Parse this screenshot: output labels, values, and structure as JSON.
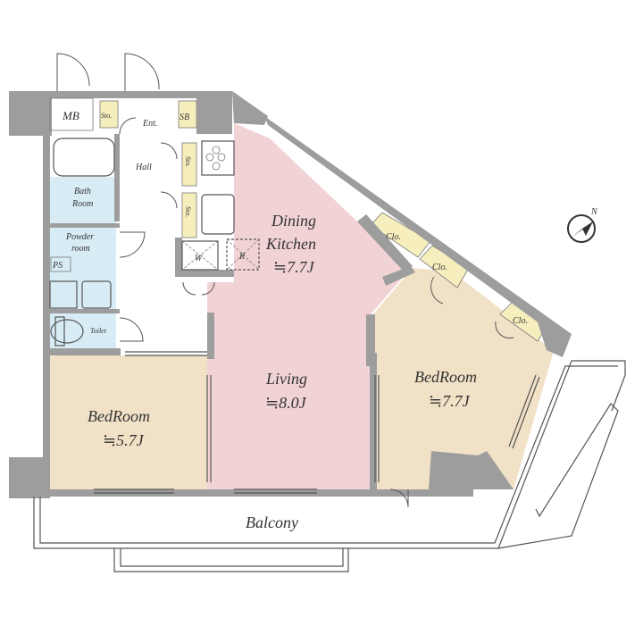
{
  "rooms": {
    "mb": "MB",
    "sto_ent": "Sto.",
    "ent": "Ent.",
    "sb": "SB",
    "hall": "Hall",
    "sto_hall1": "Sto.",
    "sto_hall2": "Sto.",
    "bath_line1": "Bath",
    "bath_line2": "Room",
    "powder_line1": "Powder",
    "powder_line2": "room",
    "ps": "PS",
    "toilet": "Toilet",
    "washer": "W",
    "fridge": "R",
    "dining_line1": "Dining",
    "dining_line2": "Kitchen",
    "dining_size": "≒7.7J",
    "living": "Living",
    "living_size": "≒8.0J",
    "bedroom_left": "BedRoom",
    "bedroom_left_size": "≒5.7J",
    "bedroom_right": "BedRoom",
    "bedroom_right_size": "≒7.7J",
    "clo1": "Clo.",
    "clo2": "Clo.",
    "clo3": "Clo.",
    "balcony": "Balcony",
    "north": "N"
  },
  "colors": {
    "wall": "#9d9d9d",
    "pink": "#f2d3d5",
    "beige": "#f1e1c6",
    "blue": "#d8ecf5",
    "yellow": "#f6efbd"
  }
}
